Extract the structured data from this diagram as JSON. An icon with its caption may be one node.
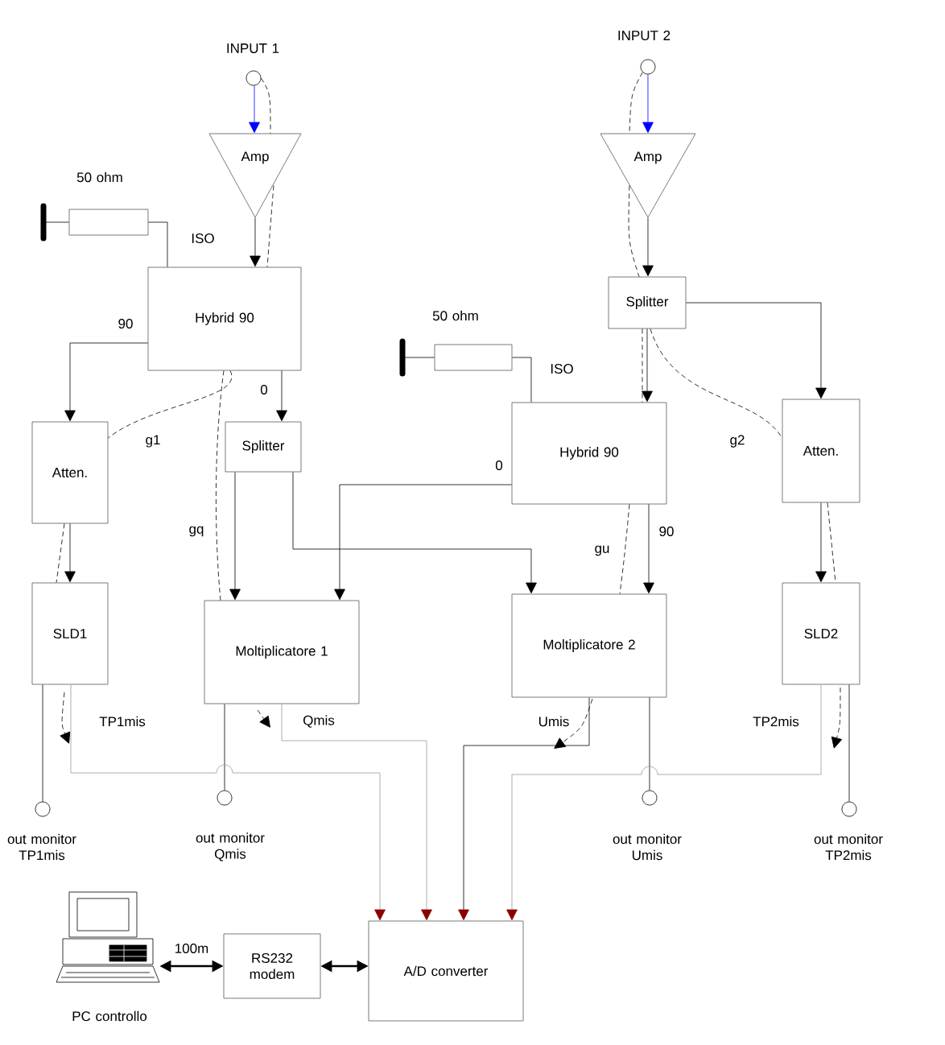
{
  "diagram": {
    "nodes": [
      {
        "text": [],
        "shape": "circle",
        "beside": [
          "INPUT 1"
        ]
      },
      {
        "text": [
          "Amp"
        ]
      },
      {
        "text": [],
        "shape": "box",
        "beside": [
          "50 ohm"
        ]
      },
      {
        "text": [
          "Hybrid 90"
        ]
      },
      {
        "text": [
          "Atten."
        ]
      },
      {
        "text": [
          "Splitter"
        ]
      },
      {
        "text": [
          "SLD1"
        ]
      },
      {
        "text": [
          "Moltiplicatore 1"
        ]
      },
      {
        "text": [],
        "shape": "circle",
        "beside": [
          "INPUT 2"
        ]
      },
      {
        "text": [
          "Amp"
        ]
      },
      {
        "text": [
          "Splitter"
        ]
      },
      {
        "text": [],
        "shape": "box",
        "beside": [
          "50 ohm"
        ]
      },
      {
        "text": [
          "Hybrid 90"
        ]
      },
      {
        "text": [
          "Atten."
        ]
      },
      {
        "text": [
          "Moltiplicatore 2"
        ]
      },
      {
        "text": [
          "SLD2"
        ]
      },
      {
        "text": [],
        "shape": "circle",
        "beside": [
          "out monitor TP1mis"
        ]
      },
      {
        "text": [],
        "shape": "circle",
        "beside": [
          "out monitor Qmis"
        ]
      },
      {
        "text": [],
        "shape": "circle",
        "beside": [
          "out monitor Umis"
        ]
      },
      {
        "text": [],
        "shape": "circle",
        "beside": [
          "out monitor TP2mis"
        ]
      },
      {
        "text": [
          "A/D converter"
        ]
      },
      {
        "text": [
          "RS232 modem"
        ]
      },
      {
        "text": [],
        "shape": "picture",
        "beside": [
          "PC controllo"
        ]
      }
    ],
    "edges": [
      {
        "from": 0,
        "to": 1,
        "arrow": "to",
        "color": "#0000ff"
      },
      {
        "from": 1,
        "to": 3,
        "arrow": "to"
      },
      {
        "from": 2,
        "to": 3,
        "arrow": "none",
        "label": "ISO"
      },
      {
        "from": 3,
        "to": 4,
        "arrow": "to",
        "label": "90"
      },
      {
        "from": 3,
        "to": 5,
        "arrow": "to",
        "label": "0"
      },
      {
        "from": 5,
        "to": 7,
        "arrow": "to"
      },
      {
        "from": 5,
        "to": 14,
        "arrow": "to"
      },
      {
        "from": 12,
        "to": 7,
        "arrow": "to",
        "label": "0"
      },
      {
        "from": 3,
        "to": 4,
        "arrow": "none",
        "style": "dashed",
        "label": "g1"
      },
      {
        "from": 3,
        "to": 7,
        "arrow": "none",
        "style": "dashed",
        "label": "gq"
      },
      {
        "from": 0,
        "to": 1,
        "arrow": "none",
        "style": "dashed"
      },
      {
        "from": 1,
        "to": 3,
        "arrow": "none",
        "style": "dashed"
      },
      {
        "from": 8,
        "to": 9,
        "arrow": "to",
        "color": "#0000ff"
      },
      {
        "from": 8,
        "to": 9,
        "arrow": "none",
        "style": "dashed"
      },
      {
        "from": 9,
        "to": 10,
        "arrow": "to"
      },
      {
        "from": 9,
        "to": 10,
        "arrow": "none",
        "style": "dashed"
      },
      {
        "from": 10,
        "to": 12,
        "arrow": "to"
      },
      {
        "from": 10,
        "to": 13,
        "arrow": "to"
      },
      {
        "from": 10,
        "to": 12,
        "arrow": "none",
        "style": "dashed"
      },
      {
        "from": 10,
        "to": 13,
        "arrow": "none",
        "style": "dashed",
        "label": "g2"
      },
      {
        "from": 11,
        "to": 12,
        "arrow": "none",
        "label": "ISO"
      },
      {
        "from": 12,
        "to": 14,
        "arrow": "to",
        "label": "90"
      },
      {
        "from": 12,
        "to": 14,
        "arrow": "none",
        "style": "dashed",
        "label": "gu"
      },
      {
        "from": 4,
        "to": 6,
        "arrow": "to"
      },
      {
        "from": 4,
        "to": 6,
        "arrow": "none",
        "style": "dashed"
      },
      {
        "from": 13,
        "to": 15,
        "arrow": "to"
      },
      {
        "from": 13,
        "to": 15,
        "arrow": "none",
        "style": "dashed"
      },
      {
        "from": 6,
        "to": 16,
        "arrow": "none"
      },
      {
        "from": 7,
        "to": 17,
        "arrow": "none"
      },
      {
        "from": 14,
        "to": 18,
        "arrow": "none"
      },
      {
        "from": 15,
        "to": 19,
        "arrow": "none"
      },
      {
        "from": 6,
        "to": 20,
        "arrow": "to",
        "label": "TP1mis",
        "color": "#999999"
      },
      {
        "from": 7,
        "to": 20,
        "arrow": "to",
        "label": "Qmis",
        "color": "#999999"
      },
      {
        "from": 14,
        "to": 20,
        "arrow": "to",
        "label": "Umis"
      },
      {
        "from": 15,
        "to": 20,
        "arrow": "to",
        "label": "TP2mis",
        "color": "#999999"
      },
      {
        "from": 21,
        "to": 20,
        "arrow": "both"
      },
      {
        "from": 22,
        "to": 21,
        "arrow": "both",
        "label": "100m"
      }
    ]
  }
}
